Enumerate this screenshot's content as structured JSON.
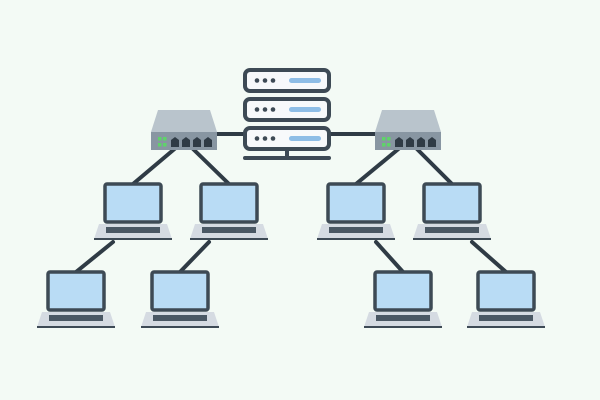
{
  "colors": {
    "background": "#f3faf5",
    "outline": "#3d4a55",
    "link": "#2f3b45",
    "screen": "#b9dcf5",
    "keyboard": "#d5dbe2",
    "keyboard_keys": "#4a5864",
    "server_body": "#f7f9fb",
    "server_bar": "#8ebde6",
    "switch_top": "#b9c4cc",
    "switch_front": "#8896a2",
    "switch_port": "#2f3b45",
    "led_green": "#5fd36a"
  },
  "topology": {
    "core": {
      "id": "server",
      "kind": "server-rack",
      "units": 3
    },
    "switches": [
      {
        "id": "switch-left",
        "kind": "network-switch",
        "uplink": "server"
      },
      {
        "id": "switch-right",
        "kind": "network-switch",
        "uplink": "server"
      }
    ],
    "laptops": [
      {
        "id": "laptop-1",
        "kind": "laptop",
        "uplink": "switch-left"
      },
      {
        "id": "laptop-2",
        "kind": "laptop",
        "uplink": "switch-left"
      },
      {
        "id": "laptop-3",
        "kind": "laptop",
        "uplink": "switch-right"
      },
      {
        "id": "laptop-4",
        "kind": "laptop",
        "uplink": "switch-right"
      },
      {
        "id": "laptop-5",
        "kind": "laptop",
        "uplink": "laptop-1"
      },
      {
        "id": "laptop-6",
        "kind": "laptop",
        "uplink": "laptop-2"
      },
      {
        "id": "laptop-7",
        "kind": "laptop",
        "uplink": "laptop-3"
      },
      {
        "id": "laptop-8",
        "kind": "laptop",
        "uplink": "laptop-4"
      }
    ]
  },
  "icons": {
    "server": "server-rack-icon",
    "switch": "network-switch-icon",
    "laptop": "laptop-icon"
  }
}
